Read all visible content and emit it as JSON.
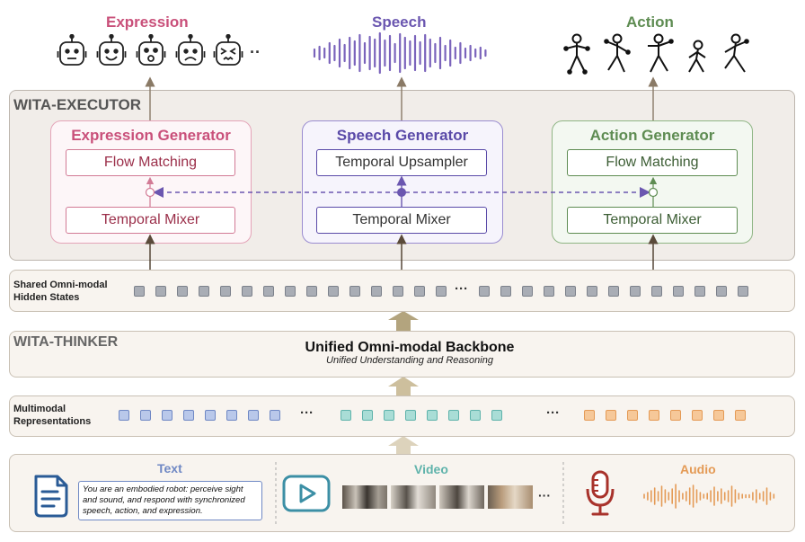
{
  "colors": {
    "expression": "#c9507a",
    "speech": "#6b57b0",
    "action": "#5e8c52",
    "text_blue": "#2a5b96",
    "video_teal": "#5fb3ab",
    "audio_orange": "#e49a55"
  },
  "outputs": {
    "expression_title": "Expression",
    "speech_title": "Speech",
    "action_title": "Action",
    "ellipsis": "··"
  },
  "executor": {
    "title": "WITA-EXECUTOR",
    "expression": {
      "title": "Expression Generator",
      "top": "Flow Matching",
      "bottom": "Temporal Mixer"
    },
    "speech": {
      "title": "Speech Generator",
      "top": "Temporal Upsampler",
      "bottom": "Temporal Mixer"
    },
    "action": {
      "title": "Action Generator",
      "top": "Flow Matching",
      "bottom": "Temporal Mixer"
    }
  },
  "shared": {
    "label_line1": "Shared Omni-modal",
    "label_line2": "Hidden States",
    "ellipsis": "···"
  },
  "thinker": {
    "title": "WITA-THINKER",
    "backbone_title": "Unified Omni-modal Backbone",
    "backbone_subtitle": "Unified Understanding and Reasoning"
  },
  "multimodal": {
    "label_line1": "Multimodal",
    "label_line2": "Representations",
    "ellipsis1": "···",
    "ellipsis2": "···"
  },
  "inputs": {
    "text_title": "Text",
    "text_prompt": "You are an embodied robot: perceive sight and sound, and respond with synchronized speech, action, and expression.",
    "video_title": "Video",
    "video_ellipsis": "···",
    "audio_title": "Audio"
  }
}
